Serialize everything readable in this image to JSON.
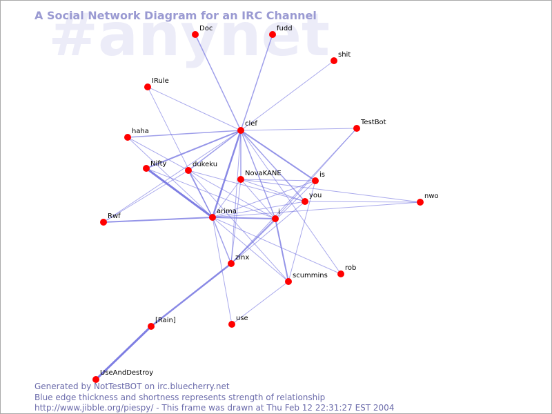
{
  "diagram": {
    "title": "A Social Network Diagram for an IRC Channel",
    "watermark": "#anynet",
    "colors": {
      "node": "#ff0000",
      "edge": "#7070e0",
      "title": "#9a9ad2",
      "footer": "#6a6aaa"
    },
    "nodes": [
      {
        "id": "Doc"
      },
      {
        "id": "fudd"
      },
      {
        "id": "shit"
      },
      {
        "id": "IRule"
      },
      {
        "id": "clef"
      },
      {
        "id": "TestBot"
      },
      {
        "id": "haha"
      },
      {
        "id": "dukeku"
      },
      {
        "id": "Nifty"
      },
      {
        "id": "NovaKANE"
      },
      {
        "id": "is"
      },
      {
        "id": "you"
      },
      {
        "id": "nwo"
      },
      {
        "id": "Rwf"
      },
      {
        "id": "arima"
      },
      {
        "id": "i"
      },
      {
        "id": "zinx"
      },
      {
        "id": "rob"
      },
      {
        "id": "scummins"
      },
      {
        "id": "use"
      },
      {
        "id": "[Rain]"
      },
      {
        "id": "UseAndDestroy"
      }
    ],
    "edges": [
      {
        "source": "clef",
        "target": "Doc",
        "strength": 1.5
      },
      {
        "source": "clef",
        "target": "fudd",
        "strength": 1.5
      },
      {
        "source": "clef",
        "target": "shit",
        "strength": 1
      },
      {
        "source": "clef",
        "target": "IRule",
        "strength": 1
      },
      {
        "source": "clef",
        "target": "TestBot",
        "strength": 1
      },
      {
        "source": "clef",
        "target": "haha",
        "strength": 1.5
      },
      {
        "source": "clef",
        "target": "Nifty",
        "strength": 2
      },
      {
        "source": "clef",
        "target": "dukeku",
        "strength": 1.5
      },
      {
        "source": "clef",
        "target": "arima",
        "strength": 2.5
      },
      {
        "source": "clef",
        "target": "NovaKANE",
        "strength": 1.5
      },
      {
        "source": "clef",
        "target": "is",
        "strength": 2
      },
      {
        "source": "clef",
        "target": "you",
        "strength": 1.5
      },
      {
        "source": "clef",
        "target": "i",
        "strength": 1.5
      },
      {
        "source": "clef",
        "target": "zinx",
        "strength": 1
      },
      {
        "source": "clef",
        "target": "Rwf",
        "strength": 1
      },
      {
        "source": "clef",
        "target": "rob",
        "strength": 1
      },
      {
        "source": "IRule",
        "target": "arima",
        "strength": 1
      },
      {
        "source": "haha",
        "target": "arima",
        "strength": 1
      },
      {
        "source": "haha",
        "target": "dukeku",
        "strength": 1
      },
      {
        "source": "Nifty",
        "target": "arima",
        "strength": 3
      },
      {
        "source": "Nifty",
        "target": "i",
        "strength": 1
      },
      {
        "source": "dukeku",
        "target": "arima",
        "strength": 1.5
      },
      {
        "source": "dukeku",
        "target": "you",
        "strength": 1
      },
      {
        "source": "dukeku",
        "target": "i",
        "strength": 1
      },
      {
        "source": "dukeku",
        "target": "scummins",
        "strength": 1
      },
      {
        "source": "dukeku",
        "target": "Rwf",
        "strength": 1
      },
      {
        "source": "NovaKANE",
        "target": "arima",
        "strength": 1
      },
      {
        "source": "NovaKANE",
        "target": "is",
        "strength": 1
      },
      {
        "source": "NovaKANE",
        "target": "you",
        "strength": 1
      },
      {
        "source": "NovaKANE",
        "target": "i",
        "strength": 1
      },
      {
        "source": "NovaKANE",
        "target": "zinx",
        "strength": 1
      },
      {
        "source": "TestBot",
        "target": "i",
        "strength": 1
      },
      {
        "source": "TestBot",
        "target": "zinx",
        "strength": 1
      },
      {
        "source": "is",
        "target": "arima",
        "strength": 1
      },
      {
        "source": "is",
        "target": "zinx",
        "strength": 1
      },
      {
        "source": "is",
        "target": "scummins",
        "strength": 1
      },
      {
        "source": "you",
        "target": "arima",
        "strength": 1
      },
      {
        "source": "you",
        "target": "nwo",
        "strength": 1
      },
      {
        "source": "you",
        "target": "zinx",
        "strength": 1
      },
      {
        "source": "nwo",
        "target": "arima",
        "strength": 1
      },
      {
        "source": "nwo",
        "target": "NovaKANE",
        "strength": 1
      },
      {
        "source": "Rwf",
        "target": "arima",
        "strength": 2
      },
      {
        "source": "arima",
        "target": "i",
        "strength": 2
      },
      {
        "source": "arima",
        "target": "zinx",
        "strength": 1.5
      },
      {
        "source": "arima",
        "target": "scummins",
        "strength": 1
      },
      {
        "source": "arima",
        "target": "rob",
        "strength": 1
      },
      {
        "source": "arima",
        "target": "use",
        "strength": 1
      },
      {
        "source": "i",
        "target": "scummins",
        "strength": 2
      },
      {
        "source": "i",
        "target": "zinx",
        "strength": 1.5
      },
      {
        "source": "zinx",
        "target": "[Rain]",
        "strength": 2.5
      },
      {
        "source": "[Rain]",
        "target": "UseAndDestroy",
        "strength": 3
      },
      {
        "source": "scummins",
        "target": "use",
        "strength": 1
      }
    ]
  },
  "footer": {
    "line1": "Generated by NotTestBOT on irc.bluecherry.net",
    "line2": "Blue edge thickness and shortness represents strength of relationship",
    "line3": "http://www.jibble.org/piespy/ - This frame was drawn at Thu Feb 12 22:31:27 EST 2004"
  }
}
